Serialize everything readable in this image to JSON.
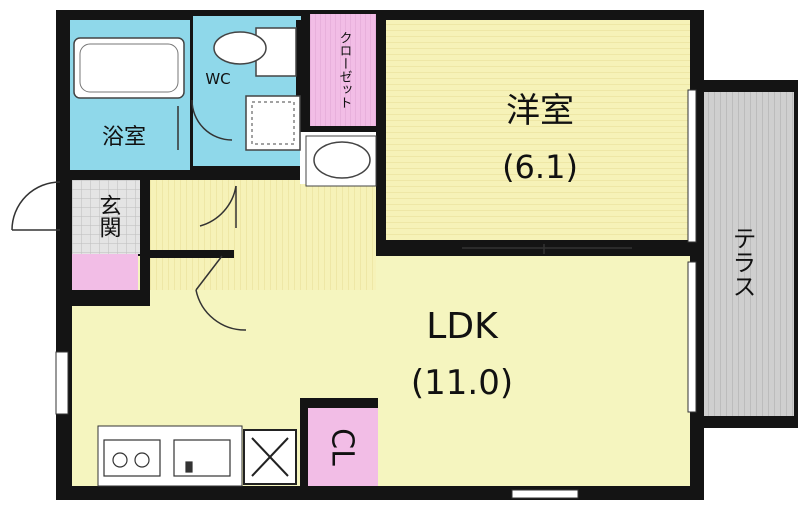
{
  "floorplan": {
    "rooms": {
      "western_room": {
        "name": "洋室",
        "size": "(6.1)"
      },
      "ldk": {
        "name": "LDK",
        "size": "(11.0)"
      },
      "bath": {
        "name": "浴室"
      },
      "wc": {
        "name": "WC"
      },
      "closet": {
        "name": "クローゼット"
      },
      "entrance": {
        "name": "玄関"
      },
      "terrace": {
        "name": "テラス"
      },
      "cl": {
        "name": "CL"
      }
    },
    "colors": {
      "wall": "#141414",
      "western_floor": "#f6f2b8",
      "ldk_floor": "#f5f5bf",
      "wet_area": "#8fd8ea",
      "closet": "#f2bde6",
      "terrace": "#cfcfcf",
      "entrance_tile": "#dcdcdc"
    }
  }
}
